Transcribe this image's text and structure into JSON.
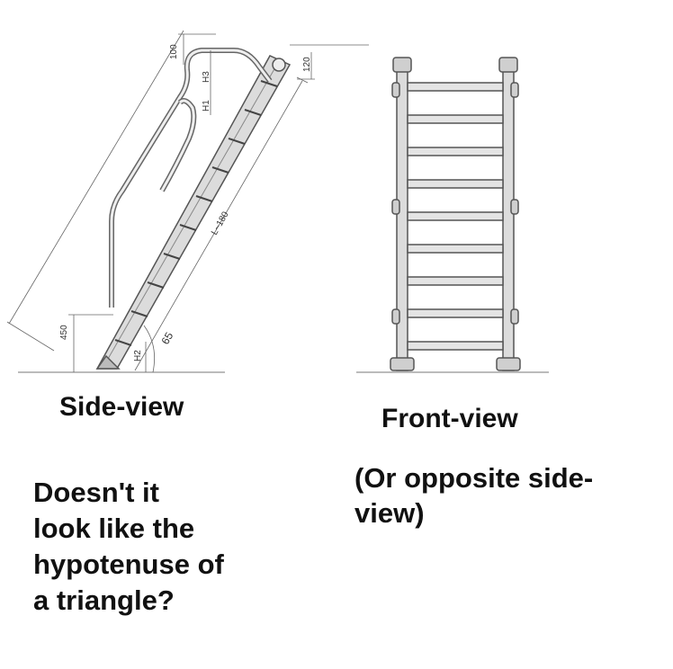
{
  "captions": {
    "side_view": "Side-view",
    "front_view": "Front-view",
    "question": "Doesn't it\nlook like the\nhypotenuse of\na triangle?",
    "front_note": "(Or opposite side-\nview)"
  },
  "dimensions": {
    "d100": "100",
    "h3": "H3",
    "h1": "H1",
    "d120": "120",
    "length": "L~180",
    "d450": "450",
    "h2": "H2",
    "angle": "65"
  },
  "colors": {
    "line": "#555555",
    "fill": "#dcdcdc",
    "text": "#111111"
  }
}
